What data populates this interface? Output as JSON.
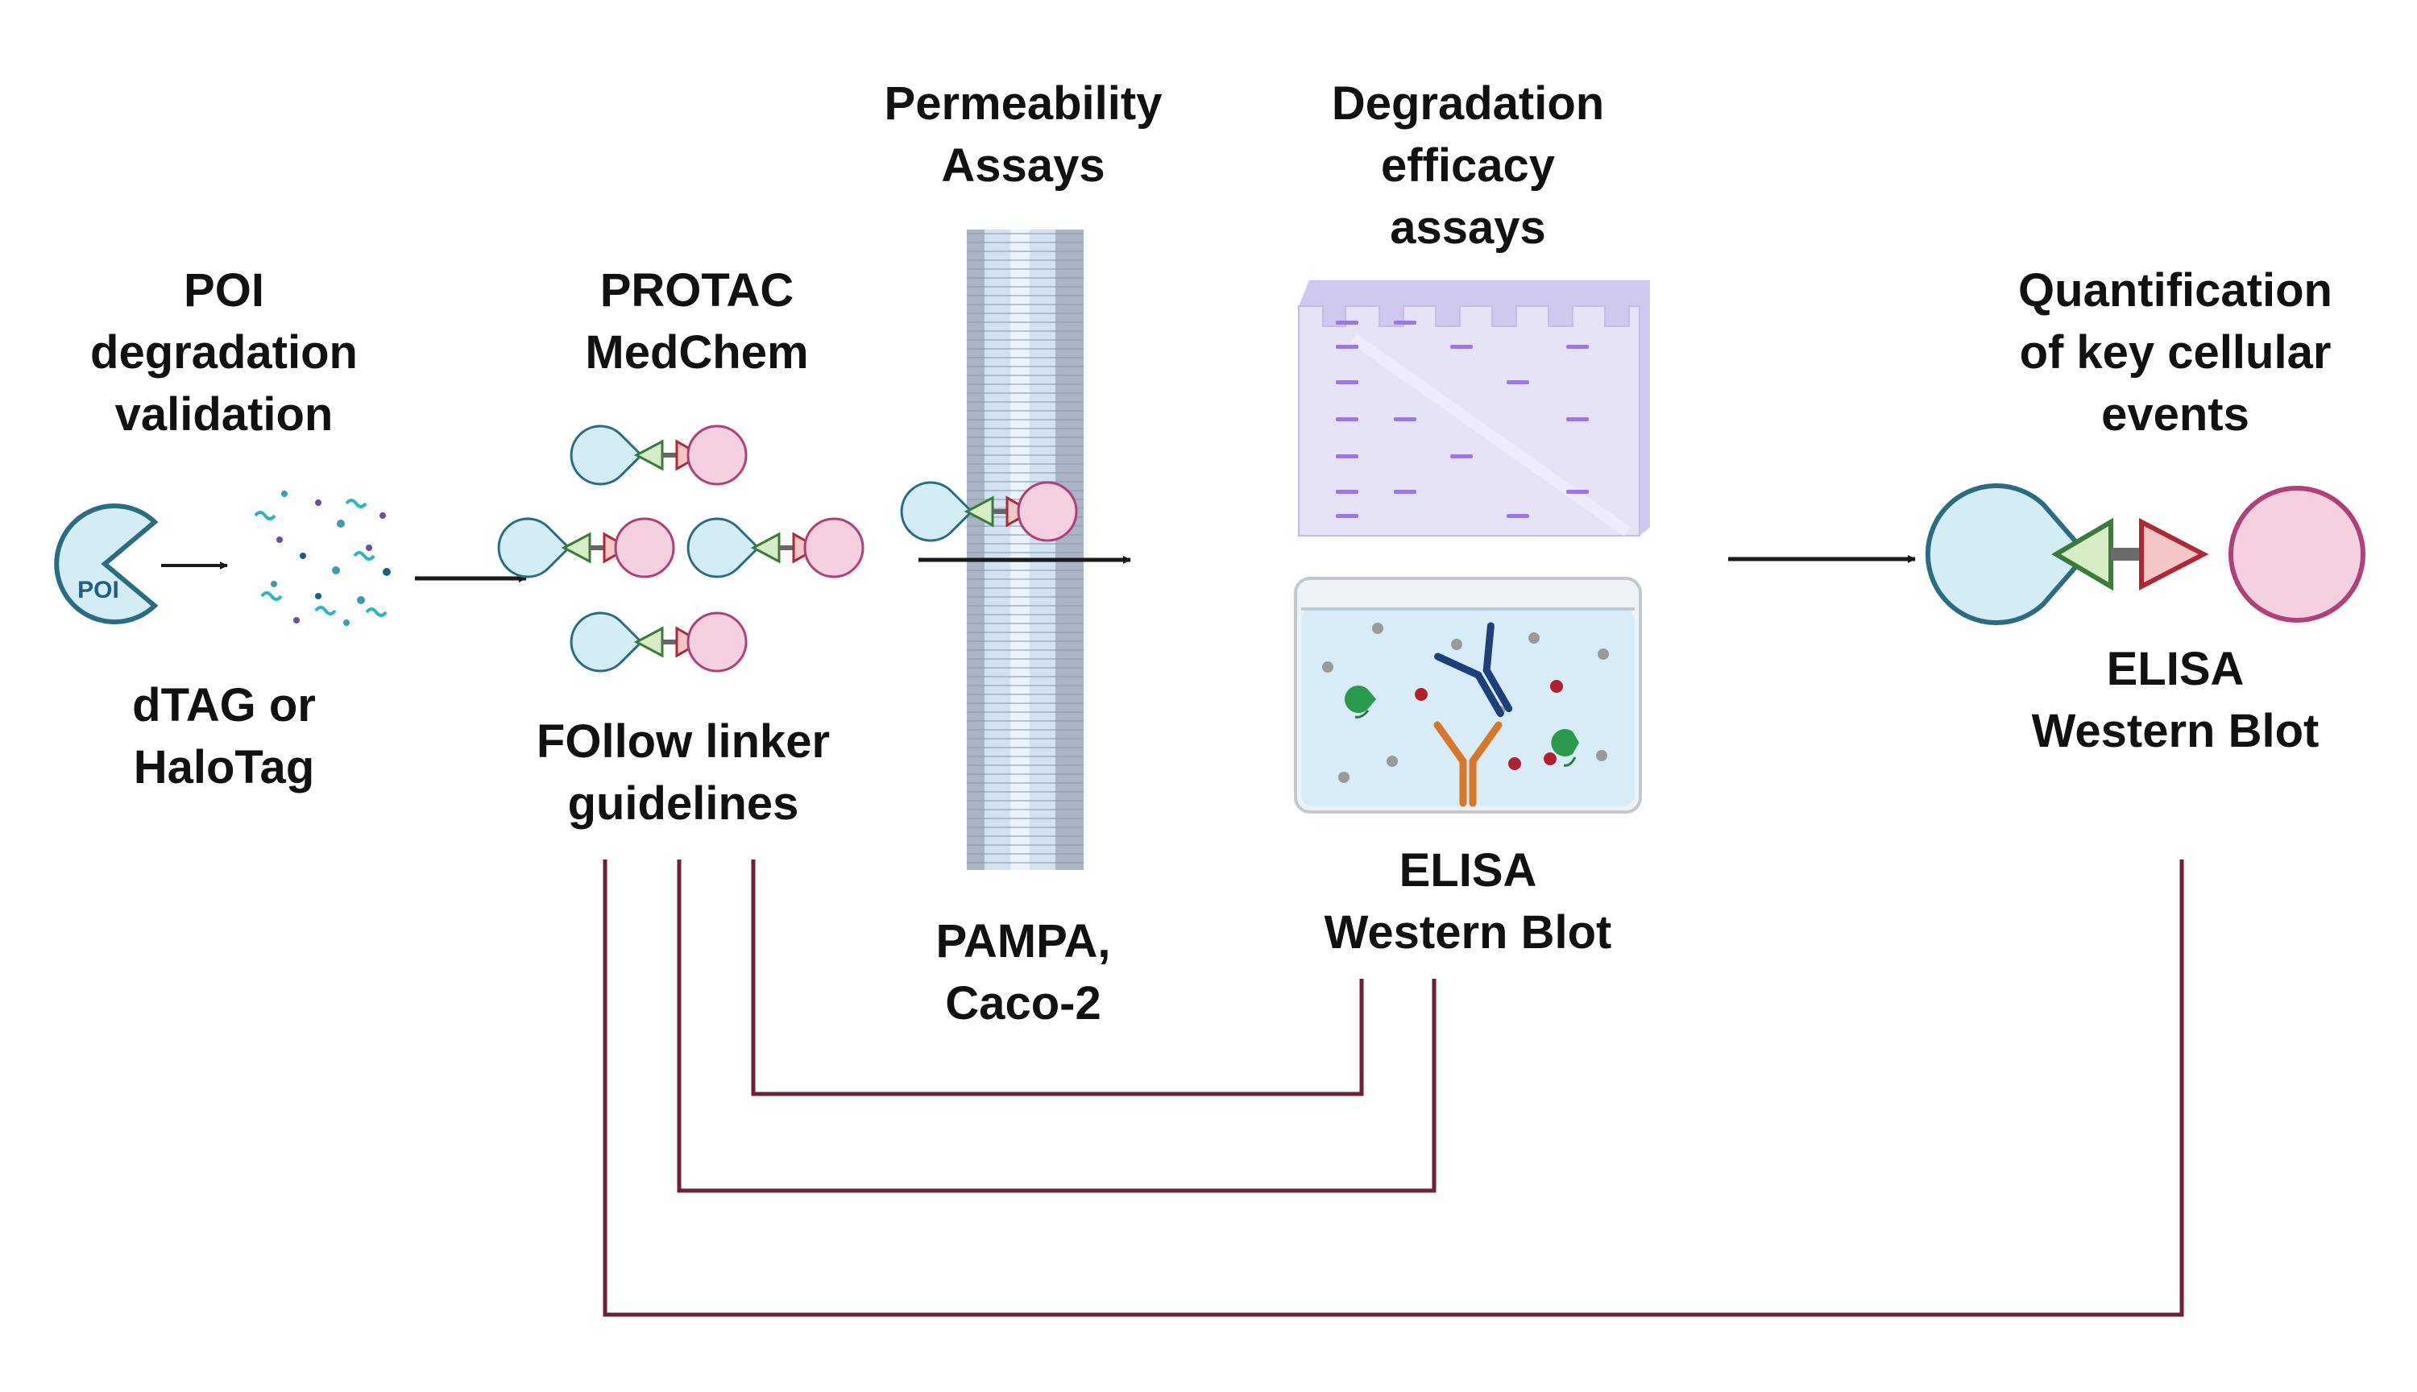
{
  "steps": {
    "poi": {
      "title": [
        "POI",
        "degradation",
        "validation"
      ],
      "subtitle": [
        "dTAG or",
        "HaloTag"
      ],
      "icon_text": "POI"
    },
    "protac": {
      "title": [
        "PROTAC",
        "MedChem"
      ],
      "subtitle": [
        "FOllow linker",
        "guidelines"
      ]
    },
    "permeability": {
      "title": [
        "Permeability",
        "Assays"
      ],
      "subtitle": [
        "PAMPA,",
        "Caco-2"
      ]
    },
    "degradation": {
      "title": [
        "Degradation",
        "efficacy",
        "assays"
      ],
      "subtitle": [
        "ELISA",
        "Western Blot"
      ]
    },
    "quantification": {
      "title": [
        "Quantification",
        "of key cellular",
        "events"
      ],
      "subtitle": [
        "ELISA",
        "Western Blot"
      ]
    }
  },
  "colors": {
    "poi_fill": "#d4ecf4",
    "poi_stroke": "#2a6c80",
    "e3_fill": "#f5d0e0",
    "e3_stroke": "#b0407a",
    "warhead_fill": "#d6ecc4",
    "warhead_stroke": "#3c7a3c",
    "e3ligand_fill": "#f4c6c6",
    "e3ligand_stroke": "#b02838",
    "gel_fill": "#e3e0f6",
    "gel_band": "#9a78e0",
    "bracket": "#6e1f3c",
    "arrow": "#1a1a1a"
  },
  "icons": [
    "poi-pacman-icon",
    "degraded-fragments-icon",
    "protac-molecule-icon",
    "lipid-membrane-icon",
    "gel-icon",
    "elisa-well-icon",
    "antibody-icon",
    "ternary-complex-icon"
  ]
}
